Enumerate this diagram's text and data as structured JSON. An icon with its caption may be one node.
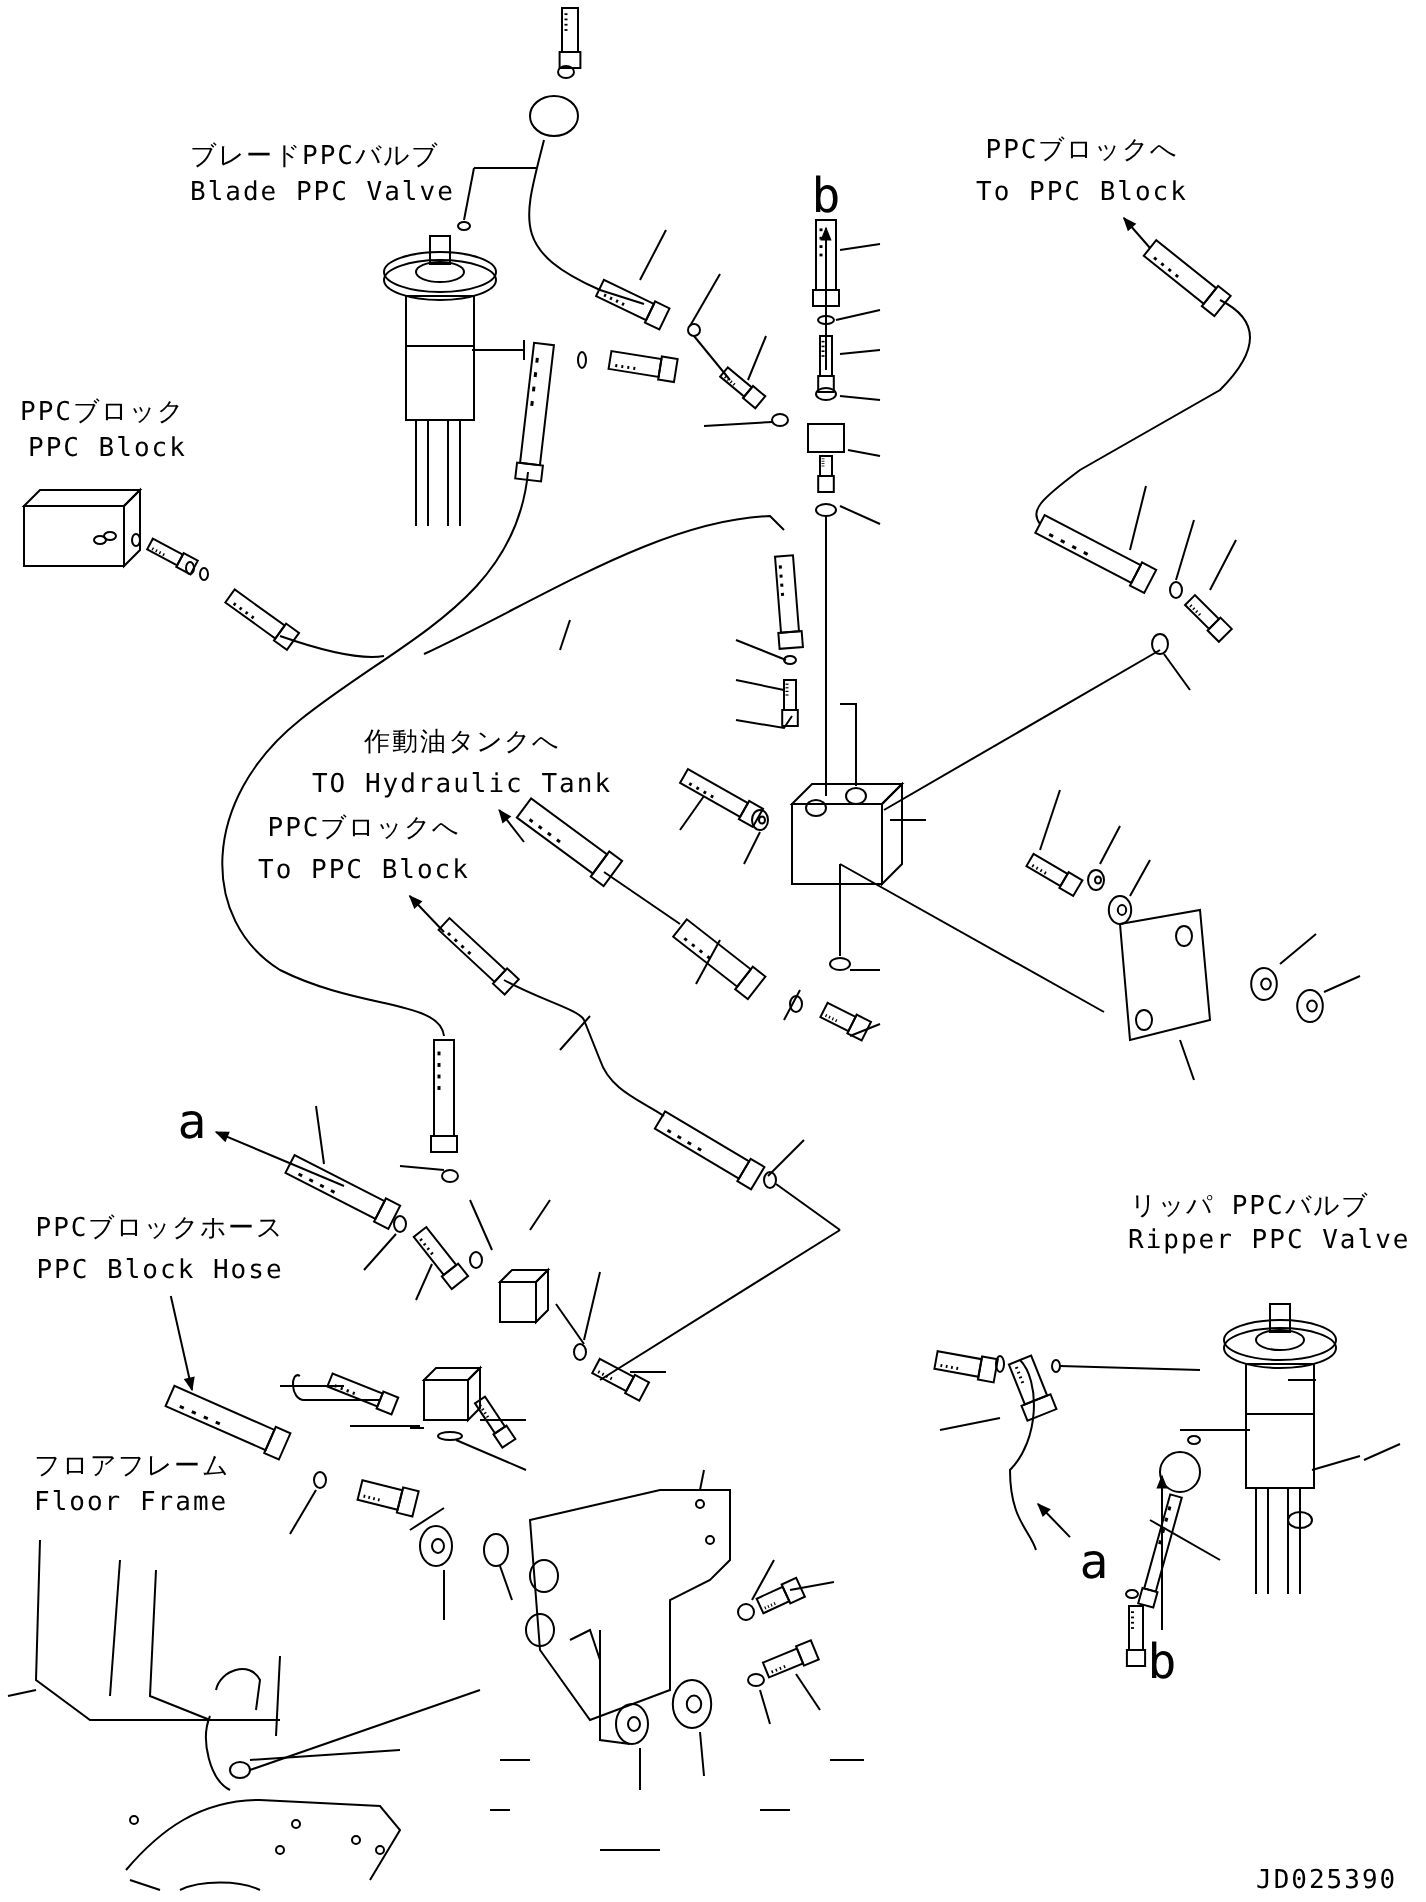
{
  "diagram": {
    "nodes": [
      {
        "text": [
          "PPCブロックへ",
          "To PPC Block"
        ]
      },
      {
        "text": [
          "作動油タンクへ",
          "TO Hydraulic Tank"
        ]
      },
      {
        "text": [
          "PPCブロックへ",
          "To PPC Block"
        ]
      },
      {
        "text": [
          "PPCブロックホース",
          "PPC Block Hose"
        ]
      },
      {
        "text": [
          "a"
        ]
      },
      {
        "text": [
          "b"
        ]
      },
      {
        "text": [
          "a"
        ]
      },
      {
        "text": [
          "b"
        ]
      }
    ],
    "edges": [
      {
        "from": null,
        "to": 0,
        "arrow": "to"
      },
      {
        "from": null,
        "to": 1,
        "arrow": "to"
      },
      {
        "from": null,
        "to": 2,
        "arrow": "to"
      },
      {
        "from": 3,
        "to": null,
        "arrow": "to"
      },
      {
        "from": null,
        "to": 4,
        "arrow": "to"
      },
      {
        "from": null,
        "to": 5,
        "arrow": "to"
      },
      {
        "from": 6,
        "to": null,
        "arrow": "to"
      },
      {
        "from": 7,
        "to": null,
        "arrow": "to"
      }
    ],
    "labels": [
      "ブレードPPCバルブ",
      "Blade PPC Valve",
      "PPCブロック",
      "PPC Block",
      "リッパ PPCバルブ",
      "Ripper PPC Valve",
      "フロアフレーム",
      "Floor Frame",
      "JD025390"
    ]
  }
}
